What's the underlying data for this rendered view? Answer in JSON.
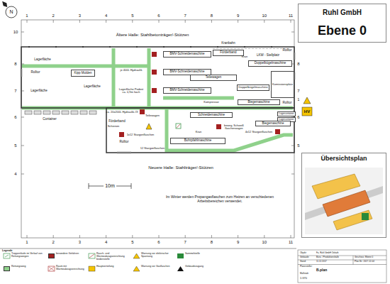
{
  "diagram": {
    "nodes": [
      {
        "text": [
          "Ruhl GmbH",
          "Ebene 0"
        ]
      },
      {
        "text": [
          "BMV-Schneidemaschine"
        ]
      },
      {
        "text": [
          "BMV-Schneidemaschine"
        ]
      },
      {
        "text": [
          "BMV-Schneidemaschine"
        ]
      },
      {
        "text": [
          "Förderband"
        ]
      },
      {
        "text": [
          "Teilewagen"
        ]
      },
      {
        "text": [
          "Doppelbügelmaschine"
        ]
      },
      {
        "text": [
          "Doppelbügelmaschine"
        ]
      },
      {
        "text": [
          "Komissionsplatz"
        ]
      },
      {
        "text": [
          "Biegemaschine"
        ]
      },
      {
        "text": [
          "Lagercontainer"
        ]
      },
      {
        "text": [
          "Lagercontainer"
        ]
      },
      {
        "text": [
          "Schneidemaschine"
        ]
      },
      {
        "text": [
          "Biegemaschine"
        ]
      },
      {
        "text": [
          "Bohrpfahlmaschine"
        ]
      },
      {
        "text": [
          "Übersichtsplan"
        ]
      },
      {
        "text": [
          "Kipp Mulden"
        ]
      }
    ],
    "labels": [
      "N",
      "1",
      "2",
      "3",
      "4",
      "5",
      "6",
      "7",
      "8",
      "9",
      "10",
      "11",
      "1",
      "2",
      "3",
      "4",
      "5",
      "6",
      "7",
      "8",
      "9",
      "10",
      "11",
      "10",
      "8",
      "7",
      "6",
      "5",
      "4",
      "8",
      "7",
      "6",
      "5",
      "Ältere Halle: Stahlbetonträger/-Stützen",
      "Kranbahn",
      "Kran",
      "LKW - Stellplatz",
      "Rolltor",
      "Rolltor",
      "Rolltor",
      "Lagerfläche",
      "Lagerfläche",
      "Lagerfläche",
      "je 400L Hydraulik",
      "Lagerfläche Podest ca. 0,9m hoch",
      "Container",
      "ca. 20x200L Hydraulik-Öl",
      "Förderband",
      "Teilewagen",
      "Kompressor",
      "beweg. Schweiß flaschenwagen",
      "4x12 Stargonflaschen",
      "Kran",
      "Schienen",
      "1x12 Stargonflaschen",
      "Rolltor",
      "12 Stargonflaschen",
      "Neuere Halle: Stahlträger/-Stützen",
      "10m",
      "Im Winter werden Propangasflaschen zum Heizen an verschiedenen Arbeitsbereichen verwendet.",
      "1",
      "HV",
      "Objekt:",
      "Fa. Ruhl GmbH Oelrath",
      "Gebäude:",
      "Büro- / Produktionshalle",
      "Geschoss: Ebene 0",
      "Stand:",
      "11.12.2017",
      "Plan-Nr.: 2017-12-04",
      "Planersteller:",
      "B.plan",
      "Maßstab:",
      "1:370",
      "Legende"
    ],
    "legend": [
      {
        "text": "Treppenläufe im Verlauf von Rettungswegen"
      },
      {
        "text": "Rettungsweg",
        "color": "#8fd18b"
      },
      {
        "text": "besondere Gefahren",
        "color": "#a32020"
      },
      {
        "text": "Raum mit Wärmeabzugseinrichtung"
      },
      {
        "text": "Rauch- und Wärmeabzugseinrichtung bedienstelle"
      },
      {
        "text": "Hauptverteilung"
      },
      {
        "text": "Warnung vor elektrischer Spannung"
      },
      {
        "text": "Warnung vor Gasflaschen"
      },
      {
        "text": "Sammelstelle"
      },
      {
        "text": "Gebäudezugang"
      }
    ]
  }
}
